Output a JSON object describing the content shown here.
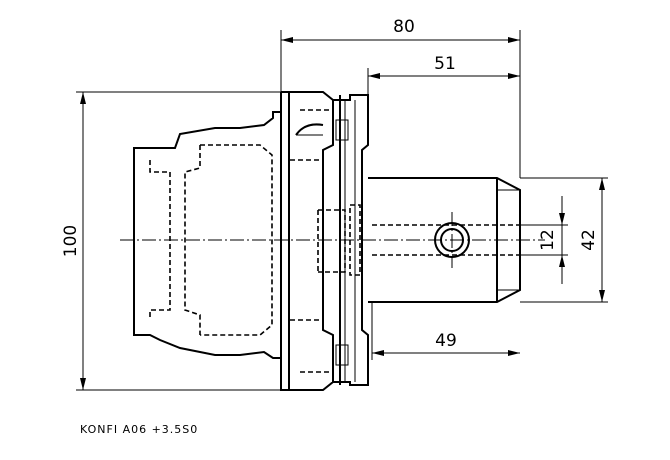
{
  "dimensions": {
    "overall_length": "80",
    "flange_to_end": "51",
    "body_diameter": "100",
    "shank_diameter": "42",
    "bore_diameter": "12",
    "shank_length": "49"
  },
  "part_code": "KONFI  A06 +3.5S0"
}
